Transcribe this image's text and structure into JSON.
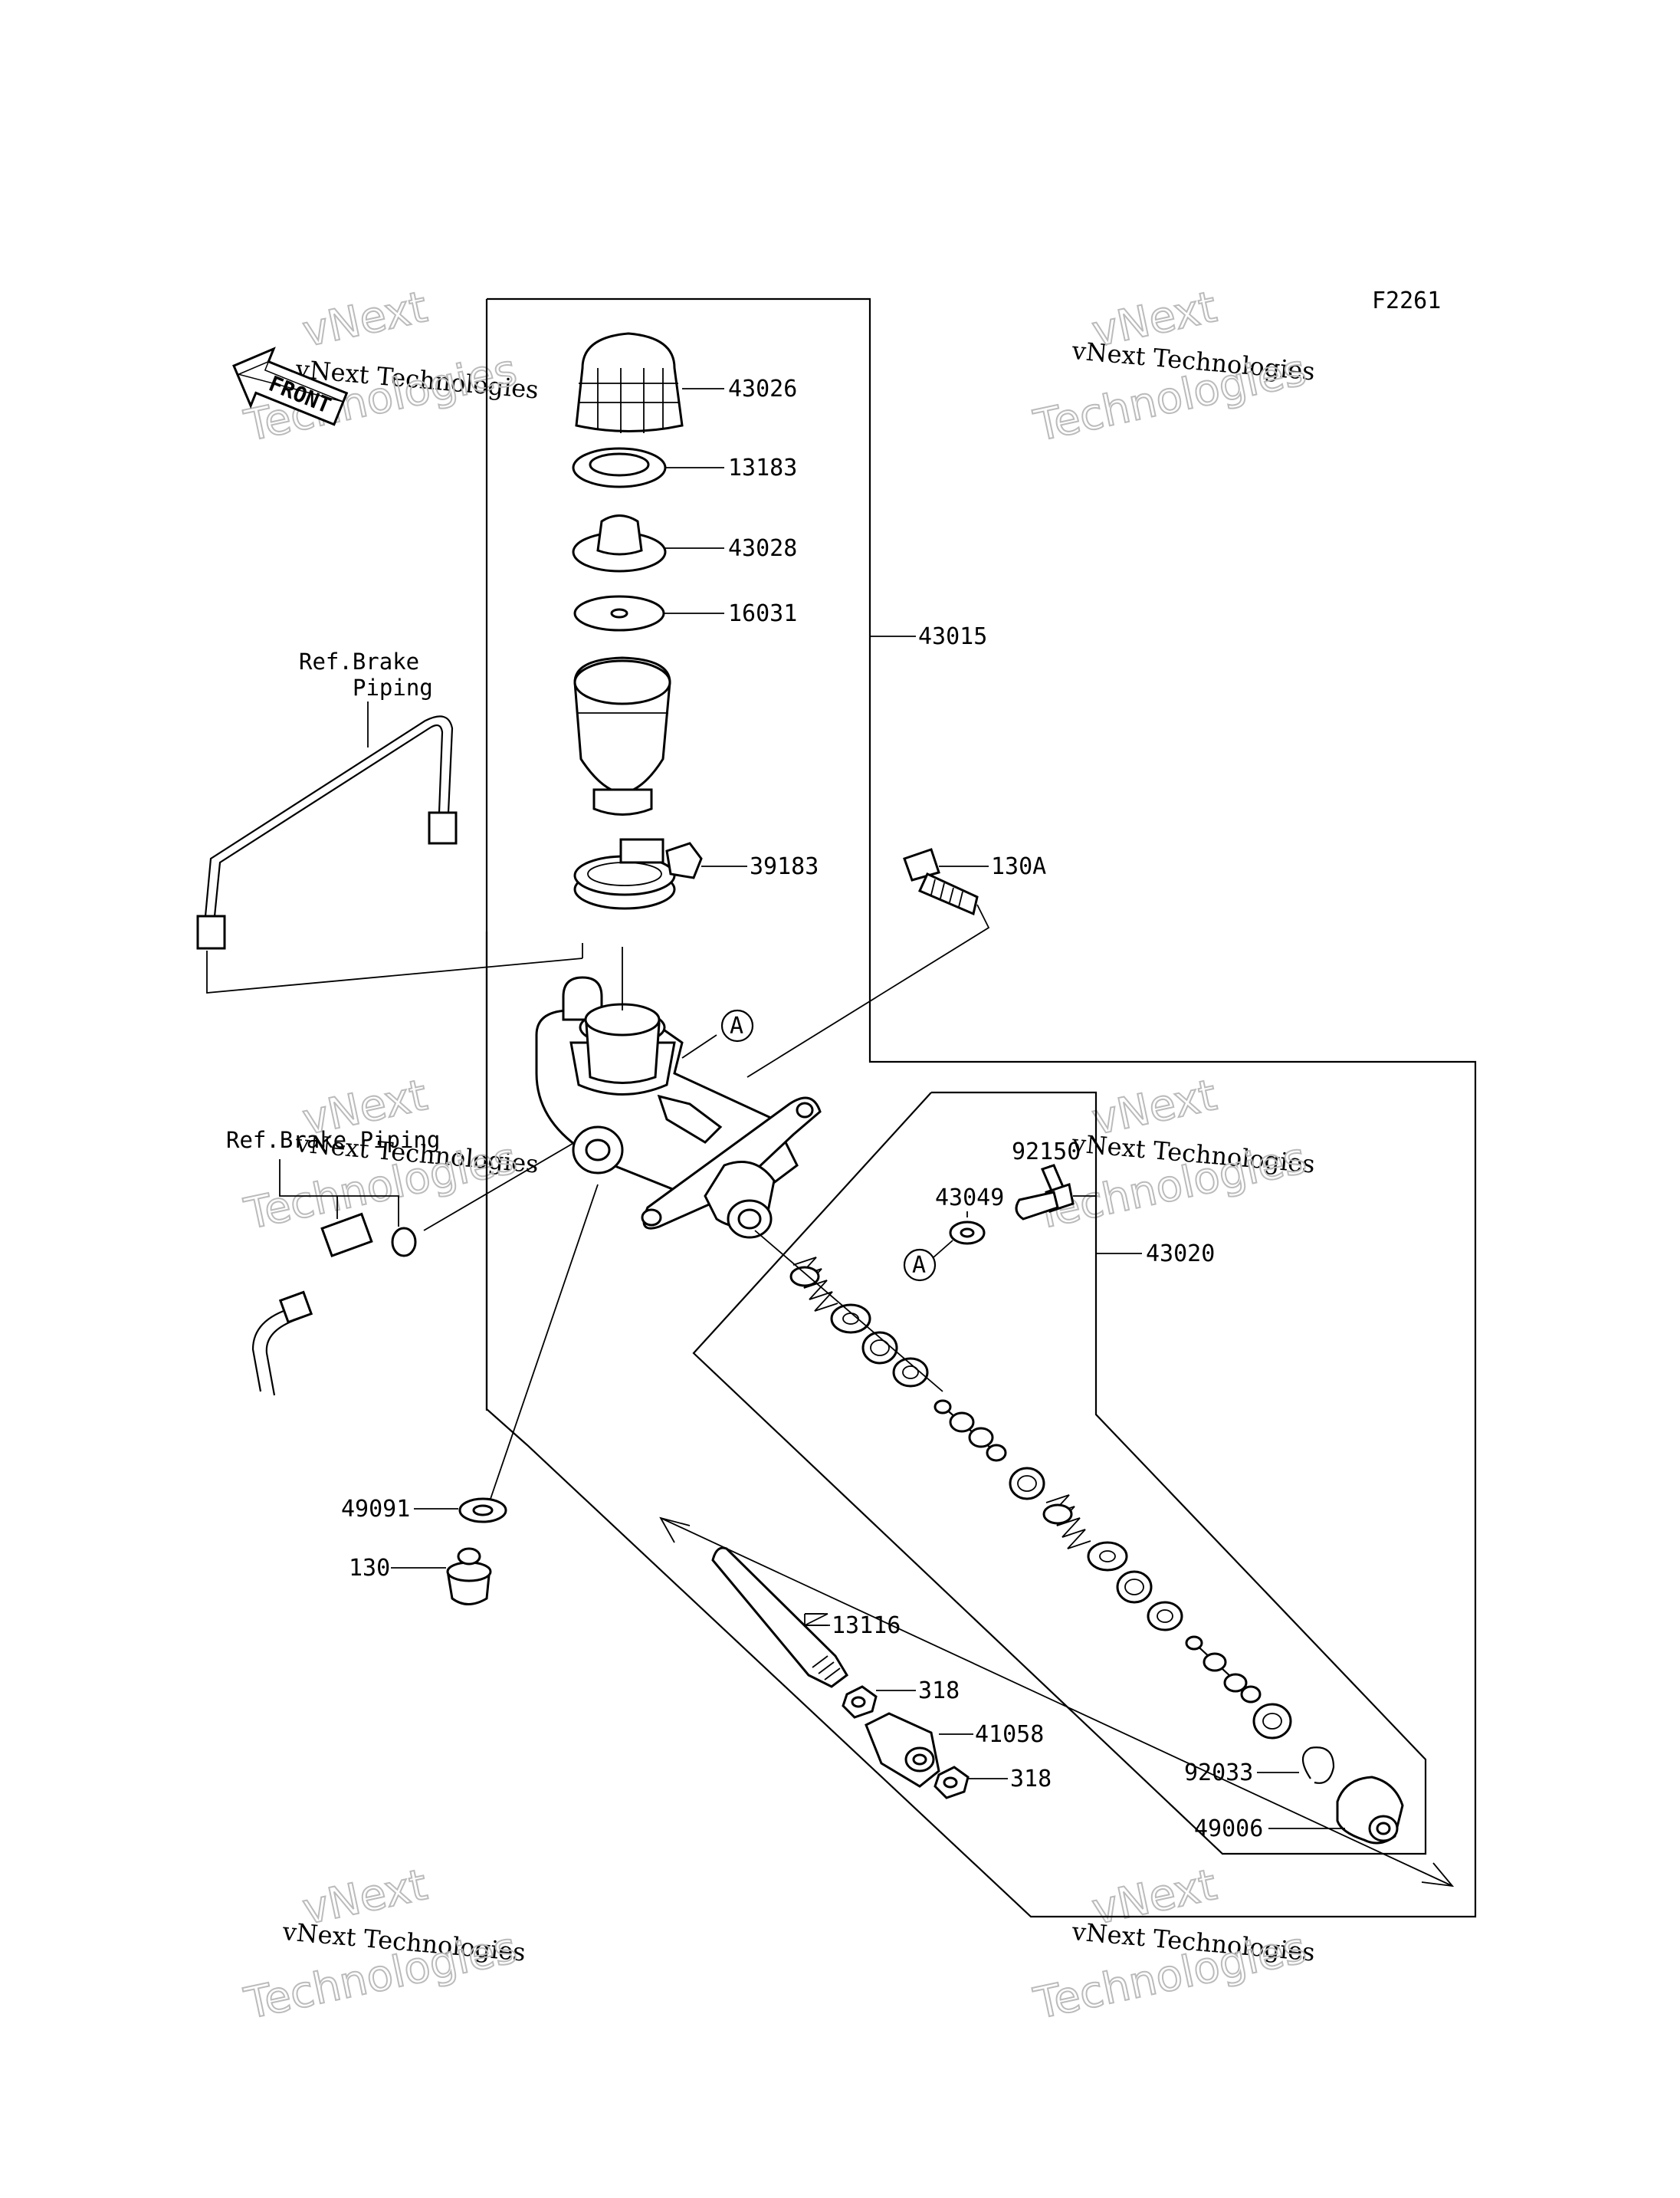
{
  "figure_code": "F2261",
  "front_label": "FRONT",
  "watermark": {
    "line1": "vNext Technologies",
    "line2": "vNext",
    "line3": "Technologies"
  },
  "references": {
    "brake_piping_top_1": "Ref.Brake",
    "brake_piping_top_2": "Piping",
    "brake_piping_left": "Ref.Brake Piping"
  },
  "callout_letter": "A",
  "parts": {
    "p43026": "43026",
    "p13183": "13183",
    "p43028": "43028",
    "p16031": "16031",
    "p43015": "43015",
    "p39183": "39183",
    "p130A": "130A",
    "p92150": "92150",
    "p43049": "43049",
    "p43020": "43020",
    "p49091": "49091",
    "p130": "130",
    "p13116": "13116",
    "p318a": "318",
    "p41058": "41058",
    "p318b": "318",
    "p92033": "92033",
    "p49006": "49006"
  }
}
